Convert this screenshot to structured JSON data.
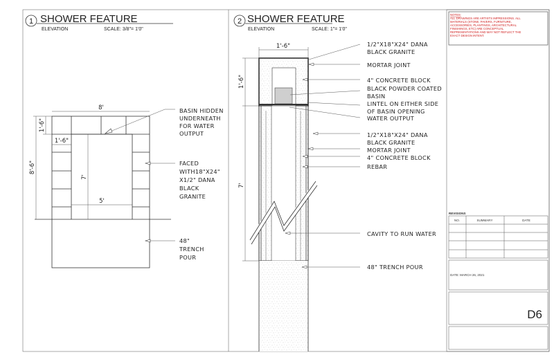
{
  "drawing1": {
    "number": "1",
    "title": "SHOWER FEATURE",
    "subtitle": "ELEVATION",
    "scale": "SCALE: 3/8\"= 1'0\"",
    "dims": {
      "width": "8'",
      "height": "8'-6\"",
      "top_block": "1'-6\"",
      "side_block": "1'-6\"",
      "opening_height": "7'",
      "opening_width": "5'"
    },
    "labels": {
      "basin": [
        "BASIN HIDDEN",
        "UNDERNEATH",
        "FOR WATER",
        "OUTPUT"
      ],
      "faced": [
        "FACED",
        "WITH18\"X24\"",
        "X1/2\" DANA",
        "BLACK",
        "GRANITE"
      ],
      "trench": [
        "48\"",
        "TRENCH",
        "POUR"
      ]
    }
  },
  "drawing2": {
    "number": "2",
    "title": "SHOWER FEATURE",
    "subtitle": "ELEVATION",
    "scale": "SCALE: 1\"= 1'0\"",
    "dims": {
      "width": "1'-6\"",
      "top": "1'-6\"",
      "column": "7'"
    },
    "labels": [
      [
        "1/2\"X18\"X24\" DANA",
        "BLACK GRANITE"
      ],
      [
        "MORTAR JOINT"
      ],
      [
        "4\" CONCRETE BLOCK"
      ],
      [
        "BLACK POWDER COATED",
        "BASIN"
      ],
      [
        "LINTEL ON EITHER SIDE",
        "OF BASIN OPENING"
      ],
      [
        "WATER OUTPUT"
      ],
      [
        "1/2\"X18\"X24\" DANA",
        "BLACK GRANITE"
      ],
      [
        "MORTAR JOINT"
      ],
      [
        "4\" CONCRETE BLOCK"
      ],
      [
        "REBAR"
      ],
      [
        "CAVITY TO RUN WATER"
      ],
      [
        "48\" TRENCH POUR"
      ]
    ]
  },
  "title_block": {
    "notes_heading": "NOTES:",
    "notes": [
      "ALL DRAWINGS ARE ARTISTS IMPRESSIONS. ALL",
      "MATERIALS (STONE, PAVERS, FURNITURE,",
      "ACCESSORIES, PLANTINGS, ARCHITECTURAL",
      "FINISHINGS, ETC) ARE CONCEPTUAL",
      "REPRESENTATIONS AND MAY NOT REFLECT THE",
      "EXACT DESIGN INTENT."
    ],
    "revisions_label": "REVISIONS",
    "revision_columns": [
      "NO.",
      "SUMMARY",
      "DATE"
    ],
    "date": "DATE: MARCH 26, 2021",
    "sheet": "D6"
  },
  "colors": {
    "notes": "#d02020",
    "basin_fill": "#cfcfcf"
  }
}
